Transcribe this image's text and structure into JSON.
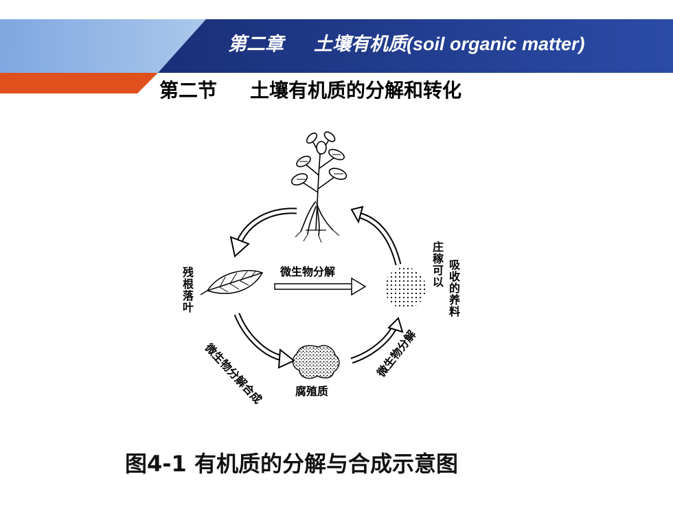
{
  "header": {
    "chapter_cn": "第二章",
    "chapter_topic": "土壤有机质",
    "chapter_en": "(soil organic matter)"
  },
  "section": {
    "number": "第二节",
    "title": "土壤有机质的分解和转化"
  },
  "diagram": {
    "labels": {
      "residue": "残根落叶",
      "micro_decompose_center": "微生物分解",
      "crop": "庄稼可以",
      "absorb_nutrients": "吸收的养料",
      "micro_decompose_synth": "微生物分解合成",
      "humus": "腐殖质",
      "micro_decompose_right": "微生物分解"
    }
  },
  "caption": "图4-1 有机质的分解与合成示意图",
  "colors": {
    "banner_dark": "#1f3a8f",
    "banner_light": "#bcd4f2",
    "accent_orange": "#e0501c"
  }
}
